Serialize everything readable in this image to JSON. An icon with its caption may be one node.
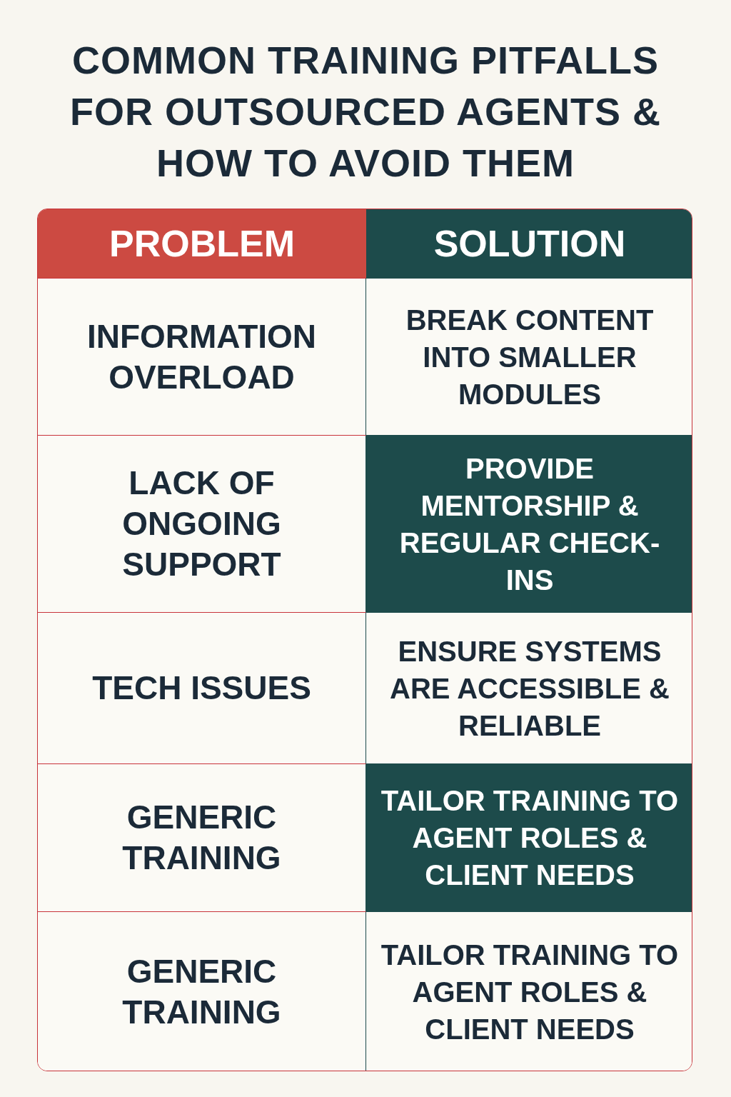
{
  "diagram": {
    "title": "COMMON TRAINING PITFALLS FOR OUTSOURCED AGENTS & HOW TO AVOID THEM",
    "labels": [
      "PROBLEM",
      "SOLUTION",
      "INFORMATION OVERLOAD",
      "BREAK CONTENT INTO SMALLER MODULES",
      "LACK OF ONGOING SUPPORT",
      "PROVIDE MENTORSHIP & REGULAR CHECK-INS",
      "TECH ISSUES",
      "ENSURE SYSTEMS ARE ACCESSIBLE & RELIABLE",
      "GENERIC TRAINING",
      "TAILOR TRAINING TO AGENT ROLES & CLIENT NEEDS",
      "GENERIC TRAINING",
      "TAILOR TRAINING TO AGENT ROLES & CLIENT NEEDS"
    ]
  }
}
